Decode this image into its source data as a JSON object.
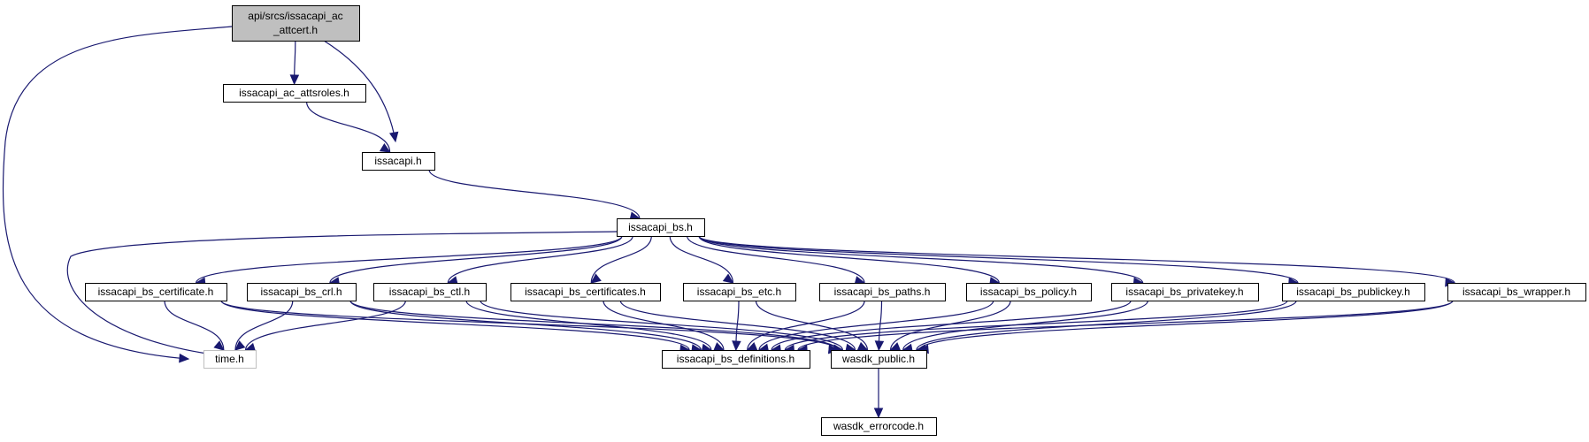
{
  "colors": {
    "edge": "#191970",
    "node_border": "#000000",
    "root_fill": "#bfbfbf",
    "node_fill": "#ffffff",
    "external_border": "#bfbfbf"
  },
  "nodes": {
    "root": {
      "label": [
        "api/srcs/issacapi_ac",
        "_attcert.h"
      ],
      "style": "root"
    },
    "attsroles": {
      "label": [
        "issacapi_ac_attsroles.h"
      ]
    },
    "issacapi": {
      "label": [
        "issacapi.h"
      ]
    },
    "bs": {
      "label": [
        "issacapi_bs.h"
      ]
    },
    "certificate": {
      "label": [
        "issacapi_bs_certificate.h"
      ]
    },
    "crl": {
      "label": [
        "issacapi_bs_crl.h"
      ]
    },
    "ctl": {
      "label": [
        "issacapi_bs_ctl.h"
      ]
    },
    "certificates": {
      "label": [
        "issacapi_bs_certificates.h"
      ]
    },
    "etc": {
      "label": [
        "issacapi_bs_etc.h"
      ]
    },
    "paths": {
      "label": [
        "issacapi_bs_paths.h"
      ]
    },
    "policy": {
      "label": [
        "issacapi_bs_policy.h"
      ]
    },
    "privatekey": {
      "label": [
        "issacapi_bs_privatekey.h"
      ]
    },
    "publickey": {
      "label": [
        "issacapi_bs_publickey.h"
      ]
    },
    "wrapper": {
      "label": [
        "issacapi_bs_wrapper.h"
      ]
    },
    "time": {
      "label": [
        "time.h"
      ],
      "style": "external"
    },
    "definitions": {
      "label": [
        "issacapi_bs_definitions.h"
      ]
    },
    "wasdk": {
      "label": [
        "wasdk_public.h"
      ]
    },
    "errorcode": {
      "label": [
        "wasdk_errorcode.h"
      ]
    }
  },
  "edges": [
    [
      "root",
      "attsroles"
    ],
    [
      "root",
      "issacapi"
    ],
    [
      "root",
      "time"
    ],
    [
      "attsroles",
      "issacapi"
    ],
    [
      "issacapi",
      "bs"
    ],
    [
      "bs",
      "certificate"
    ],
    [
      "bs",
      "crl"
    ],
    [
      "bs",
      "ctl"
    ],
    [
      "bs",
      "certificates"
    ],
    [
      "bs",
      "etc"
    ],
    [
      "bs",
      "paths"
    ],
    [
      "bs",
      "policy"
    ],
    [
      "bs",
      "privatekey"
    ],
    [
      "bs",
      "publickey"
    ],
    [
      "bs",
      "wrapper"
    ],
    [
      "bs",
      "time"
    ],
    [
      "certificate",
      "time"
    ],
    [
      "certificate",
      "definitions"
    ],
    [
      "certificate",
      "wasdk"
    ],
    [
      "crl",
      "time"
    ],
    [
      "crl",
      "definitions"
    ],
    [
      "crl",
      "wasdk"
    ],
    [
      "ctl",
      "time"
    ],
    [
      "ctl",
      "definitions"
    ],
    [
      "ctl",
      "wasdk"
    ],
    [
      "certificates",
      "definitions"
    ],
    [
      "certificates",
      "wasdk"
    ],
    [
      "etc",
      "definitions"
    ],
    [
      "etc",
      "wasdk"
    ],
    [
      "paths",
      "definitions"
    ],
    [
      "paths",
      "wasdk"
    ],
    [
      "policy",
      "definitions"
    ],
    [
      "policy",
      "wasdk"
    ],
    [
      "privatekey",
      "definitions"
    ],
    [
      "privatekey",
      "wasdk"
    ],
    [
      "publickey",
      "definitions"
    ],
    [
      "publickey",
      "wasdk"
    ],
    [
      "wrapper",
      "definitions"
    ],
    [
      "wrapper",
      "wasdk"
    ],
    [
      "wasdk",
      "errorcode"
    ]
  ]
}
